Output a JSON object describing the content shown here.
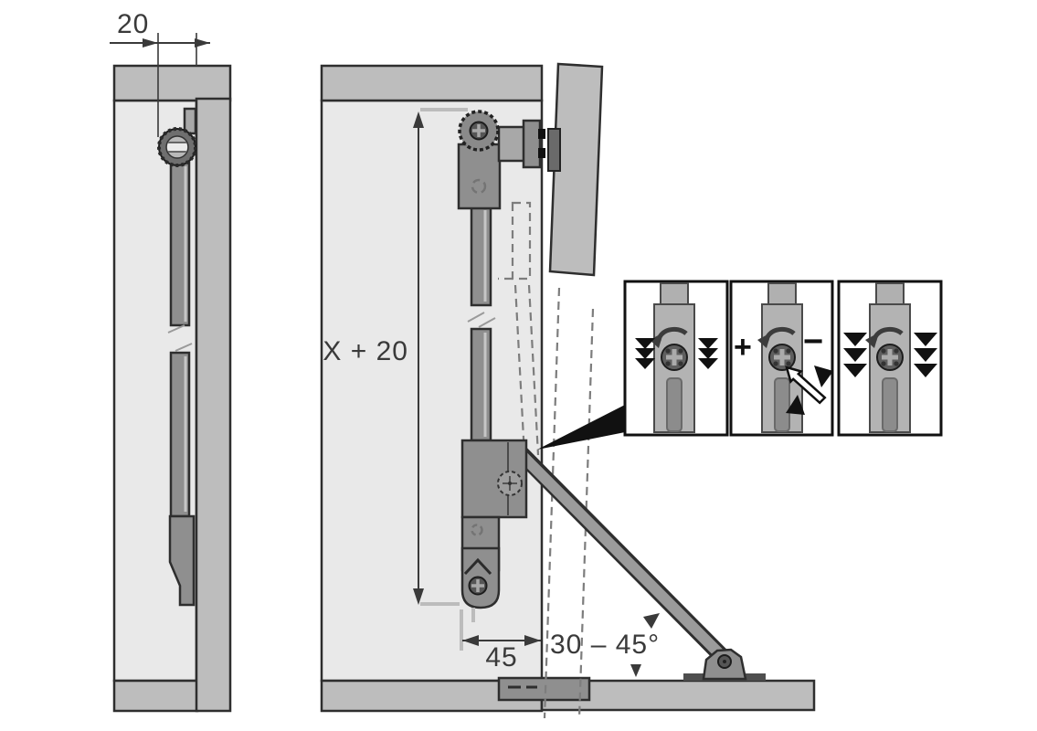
{
  "labels": {
    "front_offset": "20",
    "height": "X + 20",
    "depth": "45",
    "opening_angle": "30 – 45°",
    "plus": "+",
    "minus": "−"
  },
  "colors": {
    "background": "#ffffff",
    "panel": "#bdbdbd",
    "interior": "#e9e9e9",
    "fitting": "#8f8f8f",
    "fitting_light": "#a8a8a8",
    "fitting_dark": "#5f5f5f",
    "outline": "#2e2e2e",
    "text": "#3a3a3a",
    "dashed": "#7d7d7d",
    "callout": "#111111",
    "box_border": "#111111",
    "box_bg": "#ffffff"
  },
  "icons": [
    "knurled-knob-icon",
    "phillips-screw-icon",
    "rotation-arrow-icon",
    "triple-arrow-down-icon",
    "screwdriver-arrow-icon",
    "dimension-arrow-icon",
    "callout-wedge"
  ]
}
